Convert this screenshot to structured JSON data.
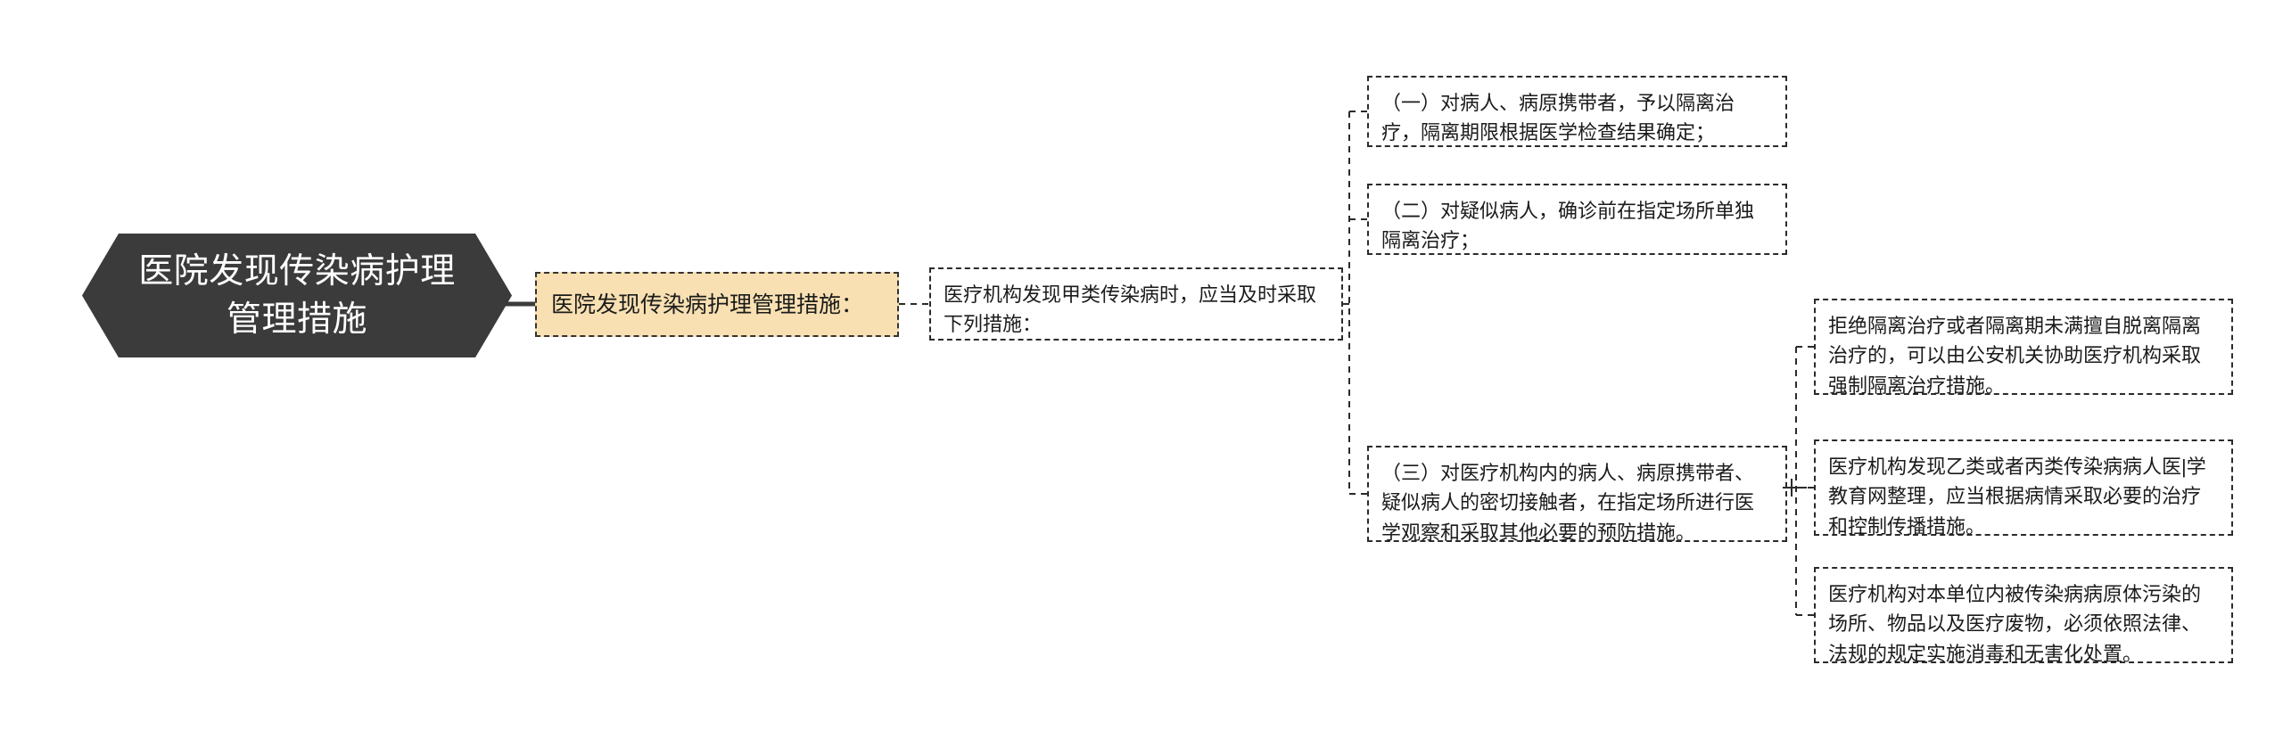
{
  "diagram": {
    "type": "mind-map",
    "title": "医院发现传染病护理管理措施",
    "colors": {
      "root_fill": "#3b3b3b",
      "root_text": "#ffffff",
      "highlight_fill": "#f8e0b2",
      "border": "#2b2b2b",
      "background": "#ffffff"
    },
    "root": {
      "label": "医院发现传染病护理管理措施"
    },
    "level2": {
      "label": "医院发现传染病护理管理措施："
    },
    "level3": {
      "label": "医疗机构发现甲类传染病时，应当及时采取下列措施："
    },
    "measures": [
      {
        "label": "（一）对病人、病原携带者，予以隔离治疗，隔离期限根据医学检查结果确定；"
      },
      {
        "label": "（二）对疑似病人，确诊前在指定场所单独隔离治疗；"
      },
      {
        "label": "（三）对医疗机构内的病人、病原携带者、疑似病人的密切接触者，在指定场所进行医学观察和采取其他必要的预防措施。"
      }
    ],
    "notes": [
      {
        "label": "拒绝隔离治疗或者隔离期未满擅自脱离隔离治疗的，可以由公安机关协助医疗机构采取强制隔离治疗措施。"
      },
      {
        "label": "医疗机构发现乙类或者丙类传染病病人医|学教育网整理，应当根据病情采取必要的治疗和控制传播措施。"
      },
      {
        "label": "医疗机构对本单位内被传染病病原体污染的场所、物品以及医疗废物，必须依照法律、法规的规定实施消毒和无害化处置。"
      }
    ],
    "controls": {
      "expand_icon": "plus-icon"
    }
  }
}
